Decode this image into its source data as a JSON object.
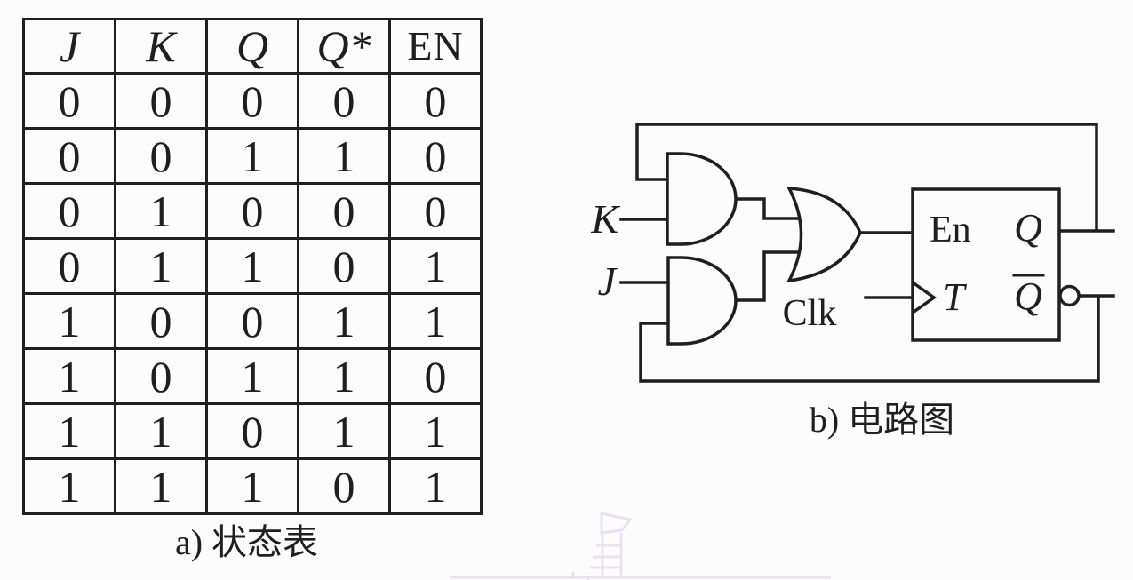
{
  "figure": {
    "background": "#fcfcfc",
    "ink_color": "#1f1f1f",
    "watermark_color": "#ecdff0"
  },
  "state_table": {
    "headers": [
      "J",
      "K",
      "Q",
      "Q*",
      "EN"
    ],
    "rows": [
      [
        "0",
        "0",
        "0",
        "0",
        "0"
      ],
      [
        "0",
        "0",
        "1",
        "1",
        "0"
      ],
      [
        "0",
        "1",
        "0",
        "0",
        "0"
      ],
      [
        "0",
        "1",
        "1",
        "0",
        "1"
      ],
      [
        "1",
        "0",
        "0",
        "1",
        "1"
      ],
      [
        "1",
        "0",
        "1",
        "1",
        "0"
      ],
      [
        "1",
        "1",
        "0",
        "1",
        "1"
      ],
      [
        "1",
        "1",
        "1",
        "0",
        "1"
      ]
    ],
    "caption": "a) 状态表"
  },
  "circuit": {
    "caption": "b) 电路图",
    "labels": {
      "input_k": "K",
      "input_j": "J",
      "clock": "Clk",
      "enable": "En",
      "toggle": "T",
      "output_q": "Q",
      "output_q_bar": "Q"
    }
  }
}
